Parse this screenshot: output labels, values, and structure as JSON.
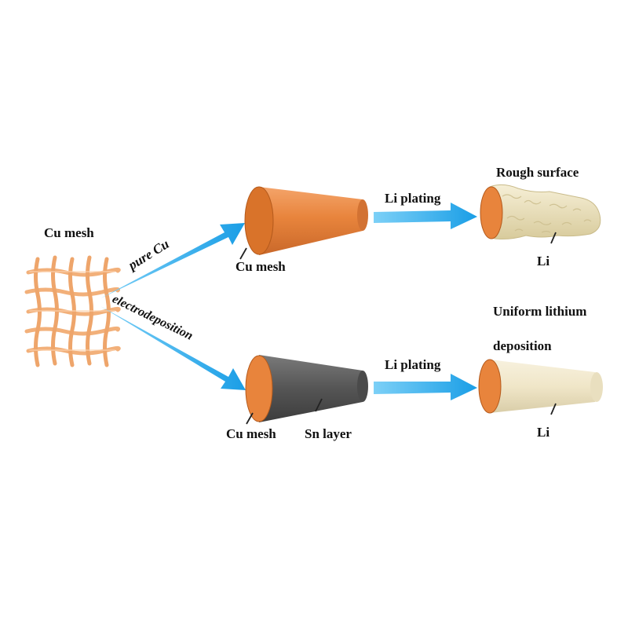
{
  "labels": {
    "cu_mesh_title": "Cu mesh",
    "pure_cu": "pure Cu",
    "electrodeposition": "electrodeposition",
    "top_cu_mesh": "Cu mesh",
    "top_li_plating": "Li plating",
    "rough_surface": "Rough surface",
    "top_li": "Li",
    "bottom_cu_mesh": "Cu mesh",
    "sn_layer": "Sn layer",
    "bottom_li_plating": "Li plating",
    "uniform_line1": "Uniform lithium",
    "uniform_line2": "deposition",
    "bottom_li": "Li"
  },
  "colors": {
    "arrow": "#1ea7ec",
    "copper": "#e8843c",
    "copper_end": "#d9732a",
    "mesh": "#f2b07a",
    "tin": "#5a5a5a",
    "rough_li": "#efe6c7",
    "uniform_li": "#f3ead2"
  }
}
